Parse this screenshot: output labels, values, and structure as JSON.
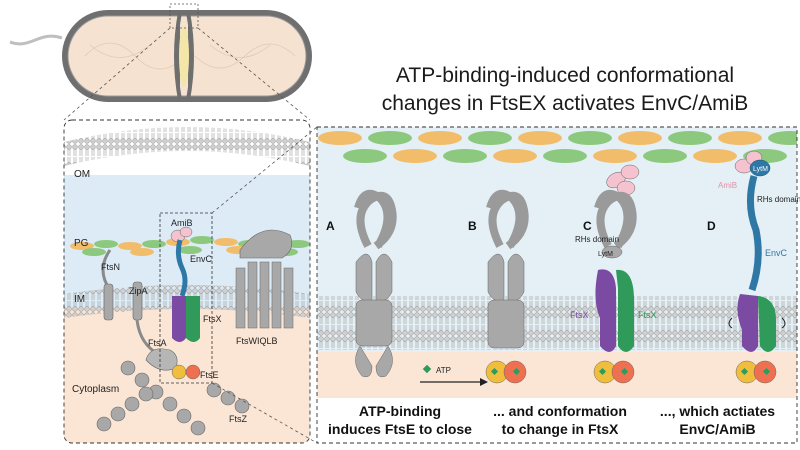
{
  "title": {
    "line1": "ATP-binding-induced conformational",
    "line2": "changes in FtsEX activates EnvC/AmiB"
  },
  "left_panel": {
    "labels": {
      "om": "OM",
      "pg": "PG",
      "im": "IM",
      "cytoplasm": "Cytoplasm",
      "amib": "AmiB",
      "envc": "EnvC",
      "ftsn": "FtsN",
      "zipa": "ZipA",
      "ftsa": "FtsA",
      "ftsx": "FtsX",
      "ftse": "FtsE",
      "ftswiqlb": "FtsWIQLB",
      "ftsz": "FtsZ"
    }
  },
  "right_panel": {
    "steps": [
      {
        "letter": "A"
      },
      {
        "letter": "B"
      },
      {
        "letter": "C"
      },
      {
        "letter": "D"
      }
    ],
    "labels": {
      "atp": "ATP",
      "rhs_domain_c": "RHs domain",
      "lytm_c": "LytM",
      "ftsx_c": "FtsX",
      "ftsx_c2": "FtsX",
      "amib_d": "AmiB",
      "lytm_d": "LytM",
      "rhs_domain_d": "RHs domain",
      "envc_d": "EnvC"
    },
    "captions": [
      {
        "line1": "ATP-binding",
        "line2": "induces FtsE to close"
      },
      {
        "line1": "... and conformation",
        "line2": "to change in FtsX"
      },
      {
        "line1": "..., which actiates",
        "line2": "EnvC/AmiB"
      }
    ]
  },
  "colors": {
    "periplasm": "#dcebf6",
    "cytoplasm": "#fbe6d6",
    "pg_orange": "#f2bd6b",
    "pg_green": "#8cc97e",
    "envc_blue": "#2f78a6",
    "ftsx_purple": "#7b4ba4",
    "ftsx_green": "#2f9a5a",
    "ftse_yellow": "#f0bd3c",
    "ftse_red": "#ef7050",
    "amib_pink": "#f4c3cf",
    "protein_gray": "#a8a8a8"
  }
}
